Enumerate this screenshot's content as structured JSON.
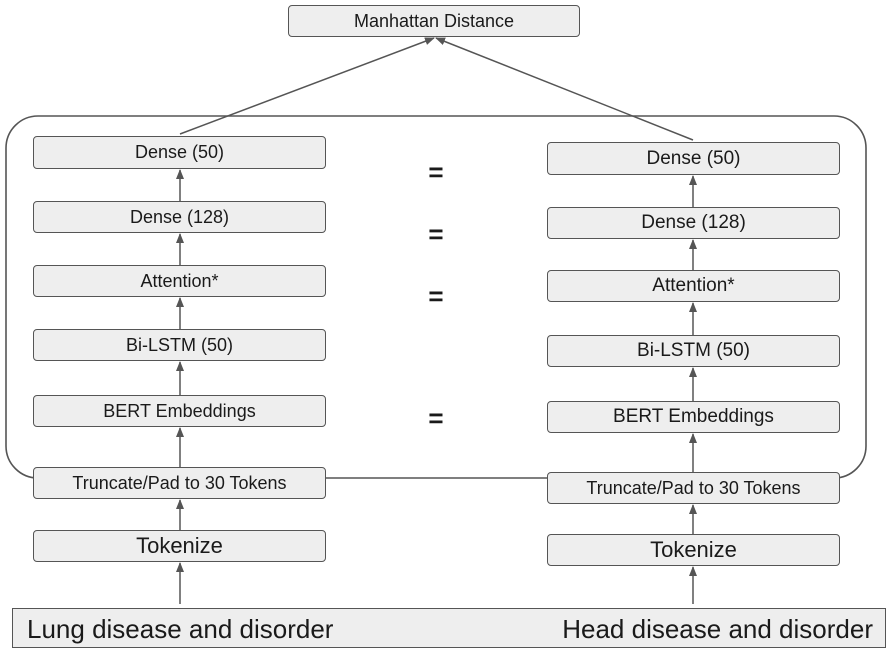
{
  "diagram": {
    "output": "Manhattan Distance",
    "left_tower": {
      "input": "Lung disease and disorder",
      "layers": [
        "Dense (50)",
        "Dense (128)",
        "Attention*",
        "Bi-LSTM (50)",
        "BERT Embeddings",
        "Truncate/Pad to 30 Tokens",
        "Tokenize"
      ]
    },
    "right_tower": {
      "input": "Head disease and disorder",
      "layers": [
        "Dense (50)",
        "Dense (128)",
        "Attention*",
        "Bi-LSTM (50)",
        "BERT Embeddings",
        "Truncate/Pad to 30 Tokens",
        "Tokenize"
      ]
    },
    "equals": [
      "=",
      "=",
      "=",
      "="
    ]
  }
}
